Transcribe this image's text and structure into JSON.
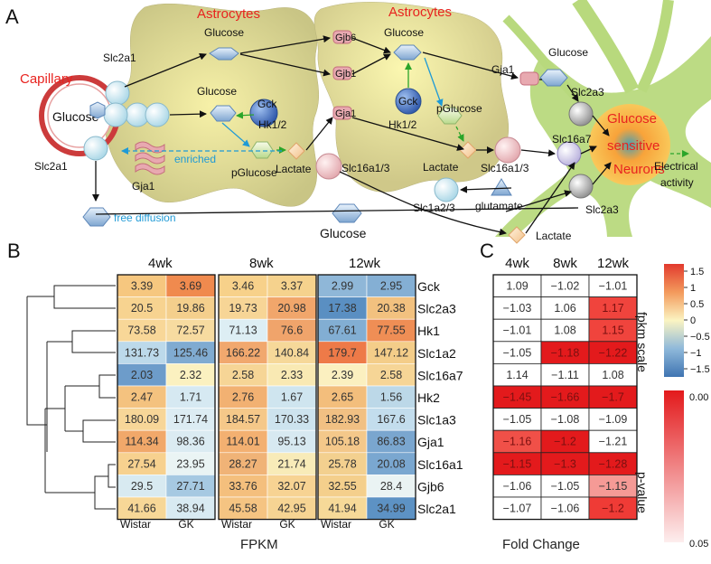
{
  "panel_labels": {
    "a": "A",
    "b": "B",
    "c": "C"
  },
  "diagram": {
    "capillary": "Capillary",
    "astrocytes_left": "Astrocytes",
    "astrocytes_right": "Astrocytes",
    "glucose_capillary": "Glucose",
    "slc2a1_top": "Slc2a1",
    "slc2a1_bottom": "Slc2a1",
    "glucose_a1": "Glucose",
    "glucose_a1_mid": "Glucose",
    "gck_a1": "Gck",
    "hk12_a1": "Hk1/2",
    "pglucose_a1": "pGlucose",
    "lactate_a1": "Lactate",
    "enriched": "enriched",
    "gja1_left": "Gja1",
    "gjb6": "Gjb6",
    "gjb1": "Gjb1",
    "gja1_mid": "Gja1",
    "glucose_a2": "Glucose",
    "gck_a2": "Gck",
    "hk12_a2": "Hk1/2",
    "pglucose_a2": "pGlucose",
    "lactate_a2": "Lactate",
    "slc16a13_left": "Slc16a1/3",
    "slc16a13_right": "Slc16a1/3",
    "gja1_right": "Gja1",
    "glucose_neuron": "Glucose",
    "slc2a3_top": "Slc2a3",
    "slc16a7": "Slc16a7",
    "slc2a3_bottom": "Slc2a3",
    "slc1a23": "Slc1a2/3",
    "glutamate": "glutamate",
    "free_diffusion": "free diffusion",
    "glucose_bottom": "Glucose",
    "lactate_bottom": "Lactate",
    "neuron_line1": "Glucose",
    "neuron_line2": "sensitive",
    "neuron_line3": "Neurons",
    "electrical": "Electrical",
    "activity": "activity"
  },
  "heatmap_b": {
    "groups": [
      "4wk",
      "8wk",
      "12wk"
    ],
    "strains": [
      "Wistar",
      "GK",
      "Wistar",
      "GK",
      "Wistar",
      "GK"
    ],
    "genes": [
      "Gck",
      "Slc2a3",
      "Hk1",
      "Slc1a2",
      "Slc16a7",
      "Hk2",
      "Slc1a3",
      "Gja1",
      "Slc16a1",
      "Gjb6",
      "Slc2a1"
    ],
    "values": [
      [
        "3.39",
        "3.69",
        "3.46",
        "3.37",
        "2.99",
        "2.95"
      ],
      [
        "20.5",
        "19.86",
        "19.73",
        "20.98",
        "17.38",
        "20.38"
      ],
      [
        "73.58",
        "72.57",
        "71.13",
        "76.6",
        "67.61",
        "77.55"
      ],
      [
        "131.73",
        "125.46",
        "166.22",
        "140.84",
        "179.7",
        "147.12"
      ],
      [
        "2.03",
        "2.32",
        "2.58",
        "2.33",
        "2.39",
        "2.58"
      ],
      [
        "2.47",
        "1.71",
        "2.76",
        "1.67",
        "2.65",
        "1.56"
      ],
      [
        "180.09",
        "171.74",
        "184.57",
        "170.33",
        "182.93",
        "167.6"
      ],
      [
        "114.34",
        "98.36",
        "114.01",
        "95.13",
        "105.18",
        "86.83"
      ],
      [
        "27.54",
        "23.95",
        "28.27",
        "21.74",
        "25.78",
        "20.08"
      ],
      [
        "29.5",
        "27.71",
        "33.76",
        "32.07",
        "32.55",
        "28.4"
      ],
      [
        "41.66",
        "38.94",
        "45.58",
        "42.95",
        "41.94",
        "34.99"
      ]
    ],
    "colors": [
      [
        "#f6c77f",
        "#f08a4e",
        "#f7d18a",
        "#f5d28d",
        "#8fb7d8",
        "#84afd4"
      ],
      [
        "#f7d390",
        "#f4cf8c",
        "#f7d596",
        "#f1a66b",
        "#5a8fc2",
        "#f2c17f"
      ],
      [
        "#f8d798",
        "#f7dba0",
        "#ddeef4",
        "#f0a46b",
        "#82aed3",
        "#ef8e55"
      ],
      [
        "#bcd9ea",
        "#80abd1",
        "#f1a86e",
        "#f6d899",
        "#ee7a48",
        "#f4cd89"
      ],
      [
        "#6d9cca",
        "#fbf1c0",
        "#f6d596",
        "#f9e9b3",
        "#fbf0c0",
        "#f6d596"
      ],
      [
        "#f4c27f",
        "#d6e9f2",
        "#f2b172",
        "#cfe5ef",
        "#f3be7c",
        "#bcd8e8"
      ],
      [
        "#f7d698",
        "#dcecf3",
        "#f5c889",
        "#cde3ee",
        "#f1c083",
        "#c3dded"
      ],
      [
        "#f1a86a",
        "#dbebf2",
        "#f3b071",
        "#d7e9f1",
        "#f4c88a",
        "#7aa6cf"
      ],
      [
        "#f7d18f",
        "#eaf4f4",
        "#f0b377",
        "#f8ebb8",
        "#f3d08f",
        "#7aa7d0"
      ],
      [
        "#d8eaf1",
        "#a6c9e2",
        "#f4bf7d",
        "#f7d393",
        "#f4cf8c",
        "#eaf3f3"
      ],
      [
        "#f7d797",
        "#d8eaf2",
        "#f5c482",
        "#f6d493",
        "#f6d998",
        "#5d92c4"
      ]
    ],
    "footer": "FPKM"
  },
  "heatmap_c": {
    "columns": [
      "4wk",
      "8wk",
      "12wk"
    ],
    "values": [
      [
        "1.09",
        "−1.02",
        "−1.01"
      ],
      [
        "−1.03",
        "1.06",
        "1.17"
      ],
      [
        "−1.01",
        "1.08",
        "1.15"
      ],
      [
        "−1.05",
        "−1.18",
        "−1.22"
      ],
      [
        "1.14",
        "−1.11",
        "1.08"
      ],
      [
        "−1.45",
        "−1.66",
        "−1.7"
      ],
      [
        "−1.05",
        "−1.08",
        "−1.09"
      ],
      [
        "−1.16",
        "−1.2",
        "−1.21"
      ],
      [
        "−1.15",
        "−1.3",
        "−1.28"
      ],
      [
        "−1.06",
        "−1.05",
        "−1.15"
      ],
      [
        "−1.07",
        "−1.06",
        "−1.2"
      ]
    ],
    "colors": [
      [
        "#ffffff",
        "#ffffff",
        "#ffffff"
      ],
      [
        "#ffffff",
        "#ffffff",
        "#f0443d"
      ],
      [
        "#ffffff",
        "#ffffff",
        "#f0443d"
      ],
      [
        "#ffffff",
        "#e31a1c",
        "#e31a1c"
      ],
      [
        "#ffffff",
        "#ffffff",
        "#ffffff"
      ],
      [
        "#e31a1c",
        "#e31a1c",
        "#e31a1c"
      ],
      [
        "#ffffff",
        "#ffffff",
        "#ffffff"
      ],
      [
        "#f05048",
        "#e31a1c",
        "#ffffff"
      ],
      [
        "#e31a1c",
        "#e31a1c",
        "#e31a1c"
      ],
      [
        "#ffffff",
        "#ffffff",
        "#f59a96"
      ],
      [
        "#ffffff",
        "#ffffff",
        "#ef3b36"
      ]
    ],
    "footer": "Fold Change"
  },
  "legend_fpkm": {
    "title": "fpkm scale",
    "ticks": [
      "1.5",
      "1",
      "0.5",
      "0",
      "−0.5",
      "−1",
      "−1.5"
    ]
  },
  "legend_pvalue": {
    "title": "p-value",
    "ticks": [
      "0.00",
      "0.05"
    ]
  }
}
